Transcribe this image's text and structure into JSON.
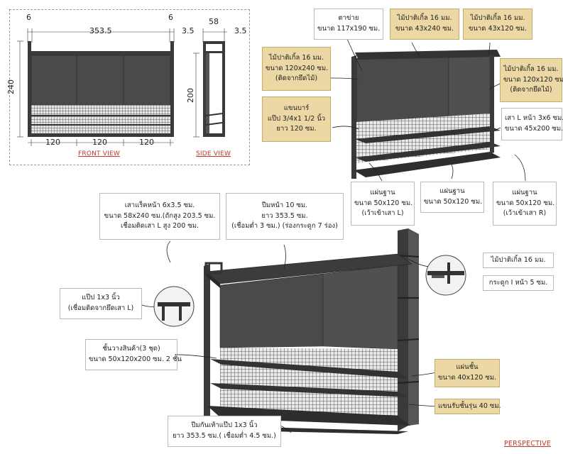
{
  "front_view": {
    "dims": {
      "left_post": "6",
      "right_post": "6",
      "width": "353.5",
      "right_gap": "3.5",
      "height": "240",
      "bay1": "120",
      "bay2": "120",
      "bay3": "120"
    },
    "title": "FRONT VIEW"
  },
  "side_view": {
    "dims": {
      "depth": "58",
      "gap": "3.5",
      "height": "200"
    },
    "title": "SIDE VIEW"
  },
  "top_callouts": [
    {
      "lines": [
        "ตาข่าย",
        "ขนาด 117x190 ซม."
      ],
      "style": "white"
    },
    {
      "lines": [
        "ไม้ปาติเกิ้ล 16 มม.",
        "ขนาด 43x240 ซม."
      ],
      "style": "tan"
    },
    {
      "lines": [
        "ไม้ปาติเกิ้ล 16 มม.",
        "ขนาด 43x120 ซม."
      ],
      "style": "tan"
    },
    {
      "lines": [
        "ไม้ปาติเกิ้ล 16 มม.",
        "ขนาด 120x240 ซม.",
        "(ติดจากยึดไม้)"
      ],
      "style": "tan"
    },
    {
      "lines": [
        "ไม้ปาติเกิ้ล 16 มม.",
        "ขนาด 120x120 ซม.",
        "(ติดจากยึดไม้)"
      ],
      "style": "tan"
    },
    {
      "lines": [
        "แขนบาร์",
        "แป๊ป 3/4x1 1/2 นิ้ว",
        "ยาว 120 ซม."
      ],
      "style": "tan"
    },
    {
      "lines": [
        "เสา L หน้า 3x6 ซม.",
        "ขนาด 45x200 ซม."
      ],
      "style": "white"
    },
    {
      "lines": [
        "แผ่นฐาน",
        "ขนาด 50x120 ซม.",
        "(เว้าเข้าเสา L)"
      ],
      "style": "white"
    },
    {
      "lines": [
        "แผ่นฐาน",
        "ขนาด 50x120 ซม."
      ],
      "style": "white"
    },
    {
      "lines": [
        "แผ่นฐาน",
        "ขนาด 50x120 ซม.",
        "(เว้าเข้าเสา R)"
      ],
      "style": "white"
    }
  ],
  "bottom_callouts": [
    {
      "lines": [
        "เสาแร็คหน้า 6x3.5 ซม.",
        "ขนาด 58x240 ซม.(ถักสูง 203.5 ซม.",
        "เชื่อมติดเสา L สูง 200 ซม."
      ],
      "style": "white"
    },
    {
      "lines": [
        "ปีมหน้า 10 ซม.",
        "ยาว 353.5 ซม.",
        "(เชื่อมต่ำ 3 ซม.) (ร่องกระดูก 7 ร่อง)"
      ],
      "style": "white"
    },
    {
      "lines": [
        "ไม้ปาติเกิ้ล 16 มม."
      ],
      "style": "white"
    },
    {
      "lines": [
        "กระดูก I หน้า 5 ซม."
      ],
      "style": "white"
    },
    {
      "lines": [
        "แป๊ป 1x3 นิ้ว",
        "(เชื่อมติดจากยึดเสา L)"
      ],
      "style": "white"
    },
    {
      "lines": [
        "ชั้นวางสินค้า(3 ชุด)",
        "ขนาด 50x120x200 ซม. 2 ชั้น"
      ],
      "style": "white"
    },
    {
      "lines": [
        "แผ่นชั้น",
        "ขนาด 40x120 ซม."
      ],
      "style": "tan"
    },
    {
      "lines": [
        "แขนรับชั้นรุ่น 40 ซม."
      ],
      "style": "tan"
    },
    {
      "lines": [
        "ปีมกันเท้าแป๊ป 1x3 นิ้ว",
        "ยาว 353.5 ซม.( เชื่อมต่ำ 4.5 ซม.)"
      ],
      "style": "white"
    }
  ],
  "perspective_title": "PERSPECTIVE",
  "colors": {
    "frame": "#3a3a3a",
    "panel": "#4a4a4a",
    "tan": "#ecd8a4",
    "title_red": "#c0392b"
  }
}
